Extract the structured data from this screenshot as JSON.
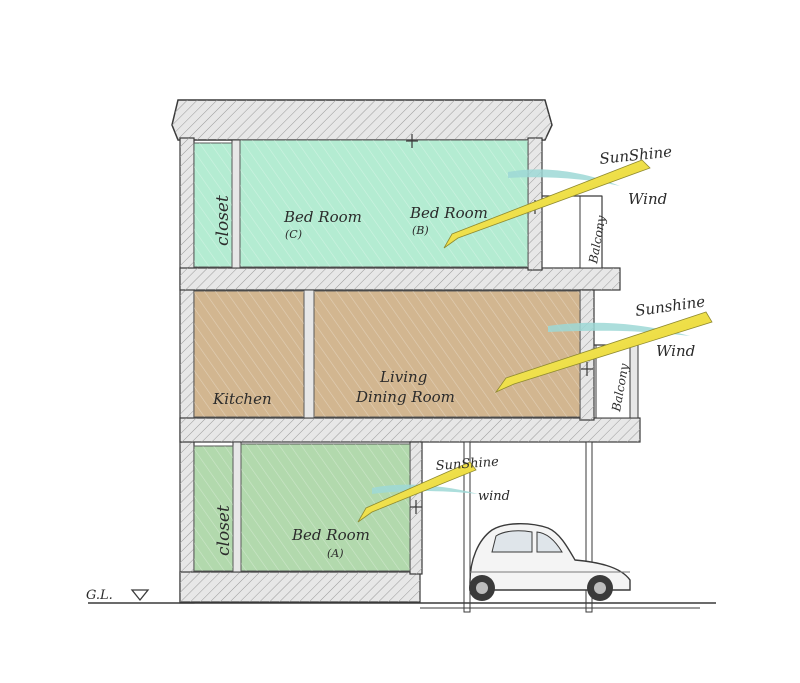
{
  "rooms": {
    "closet_upper": "closet",
    "bedroom_c": {
      "name": "Bed Room",
      "tag": "(C)"
    },
    "bedroom_b": {
      "name": "Bed Room",
      "tag": "(B)"
    },
    "kitchen": "Kitchen",
    "living": {
      "line1": "Living",
      "line2": "Dining Room"
    },
    "closet_lower": "closet",
    "bedroom_a": {
      "name": "Bed Room",
      "tag": "(A)"
    }
  },
  "balconies": {
    "upper": "Balcony",
    "middle": "Balcony"
  },
  "climate": {
    "upper_sunshine": "SunShine",
    "upper_wind": "Wind",
    "middle_sunshine": "Sunshine",
    "middle_wind": "Wind",
    "lower_sunshine": "SunShine",
    "lower_wind": "wind"
  },
  "ground": {
    "label": "G.L."
  },
  "colors": {
    "teal_room": "#b4ecd2",
    "tan_room": "#d2b690",
    "green_room": "#b2d9ad",
    "wall": "#e7e7e7",
    "ink": "#3a3a3a",
    "sun": "#f0e24a",
    "wind": "#9ed8d6"
  }
}
